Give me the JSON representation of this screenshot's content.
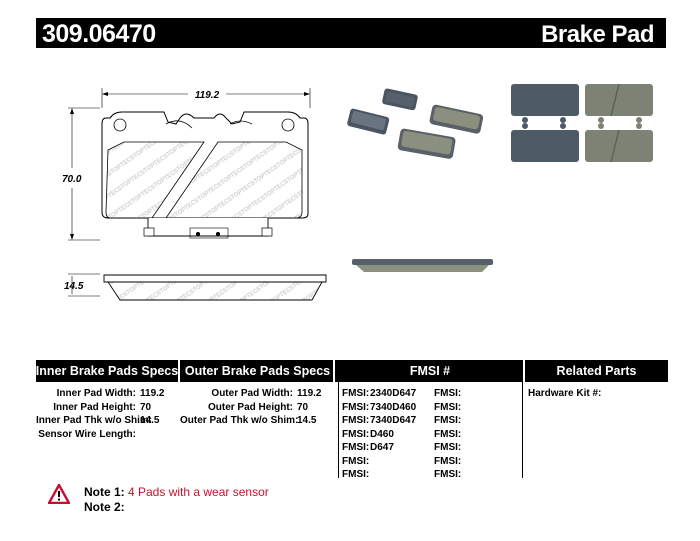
{
  "header": {
    "part_number": "309.06470",
    "title": "Brake Pad"
  },
  "drawing": {
    "width_dim": "119.2",
    "height_dim": "70.0",
    "thickness_dim": "14.5"
  },
  "specs": {
    "inner_header": "Inner Brake Pads Specs",
    "outer_header": "Outer Brake Pads Specs",
    "fmsi_header": "FMSI #",
    "related_header": "Related Parts",
    "inner": [
      {
        "label": "Inner Pad Width:",
        "value": "119.2"
      },
      {
        "label": "Inner Pad Height:",
        "value": "70"
      },
      {
        "label": "Inner Pad Thk w/o Shim:",
        "value": "14.5"
      },
      {
        "label": "Sensor Wire Length:",
        "value": ""
      }
    ],
    "outer": [
      {
        "label": "Outer Pad Width:",
        "value": "119.2"
      },
      {
        "label": "Outer Pad Height:",
        "value": "70"
      },
      {
        "label": "Outer Pad Thk w/o Shim:",
        "value": "14.5"
      }
    ],
    "fmsi_col1": [
      {
        "label": "FMSI:",
        "value": "2340D647"
      },
      {
        "label": "FMSI:",
        "value": "7340D460"
      },
      {
        "label": "FMSI:",
        "value": "7340D647"
      },
      {
        "label": "FMSI:",
        "value": "D460"
      },
      {
        "label": "FMSI:",
        "value": "D647"
      },
      {
        "label": "FMSI:",
        "value": ""
      },
      {
        "label": "FMSI:",
        "value": ""
      }
    ],
    "fmsi_col2": [
      {
        "label": "FMSI:",
        "value": ""
      },
      {
        "label": "FMSI:",
        "value": ""
      },
      {
        "label": "FMSI:",
        "value": ""
      },
      {
        "label": "FMSI:",
        "value": ""
      },
      {
        "label": "FMSI:",
        "value": ""
      },
      {
        "label": "FMSI:",
        "value": ""
      },
      {
        "label": "FMSI:",
        "value": ""
      }
    ],
    "related": [
      {
        "label": "Hardware Kit #:",
        "value": ""
      }
    ]
  },
  "notes": {
    "note1_label": "Note 1:",
    "note1_text": "4 Pads with a wear sensor",
    "note2_label": "Note 2:",
    "note2_text": "",
    "warning_icon": "warning-triangle-icon",
    "warning_color": "#c8102e"
  },
  "colors": {
    "header_bg": "#000000",
    "header_text": "#ffffff",
    "pad_friction": "#8a8f7e",
    "pad_backing": "#4a5560"
  },
  "watermark_text": "STOPTECH"
}
